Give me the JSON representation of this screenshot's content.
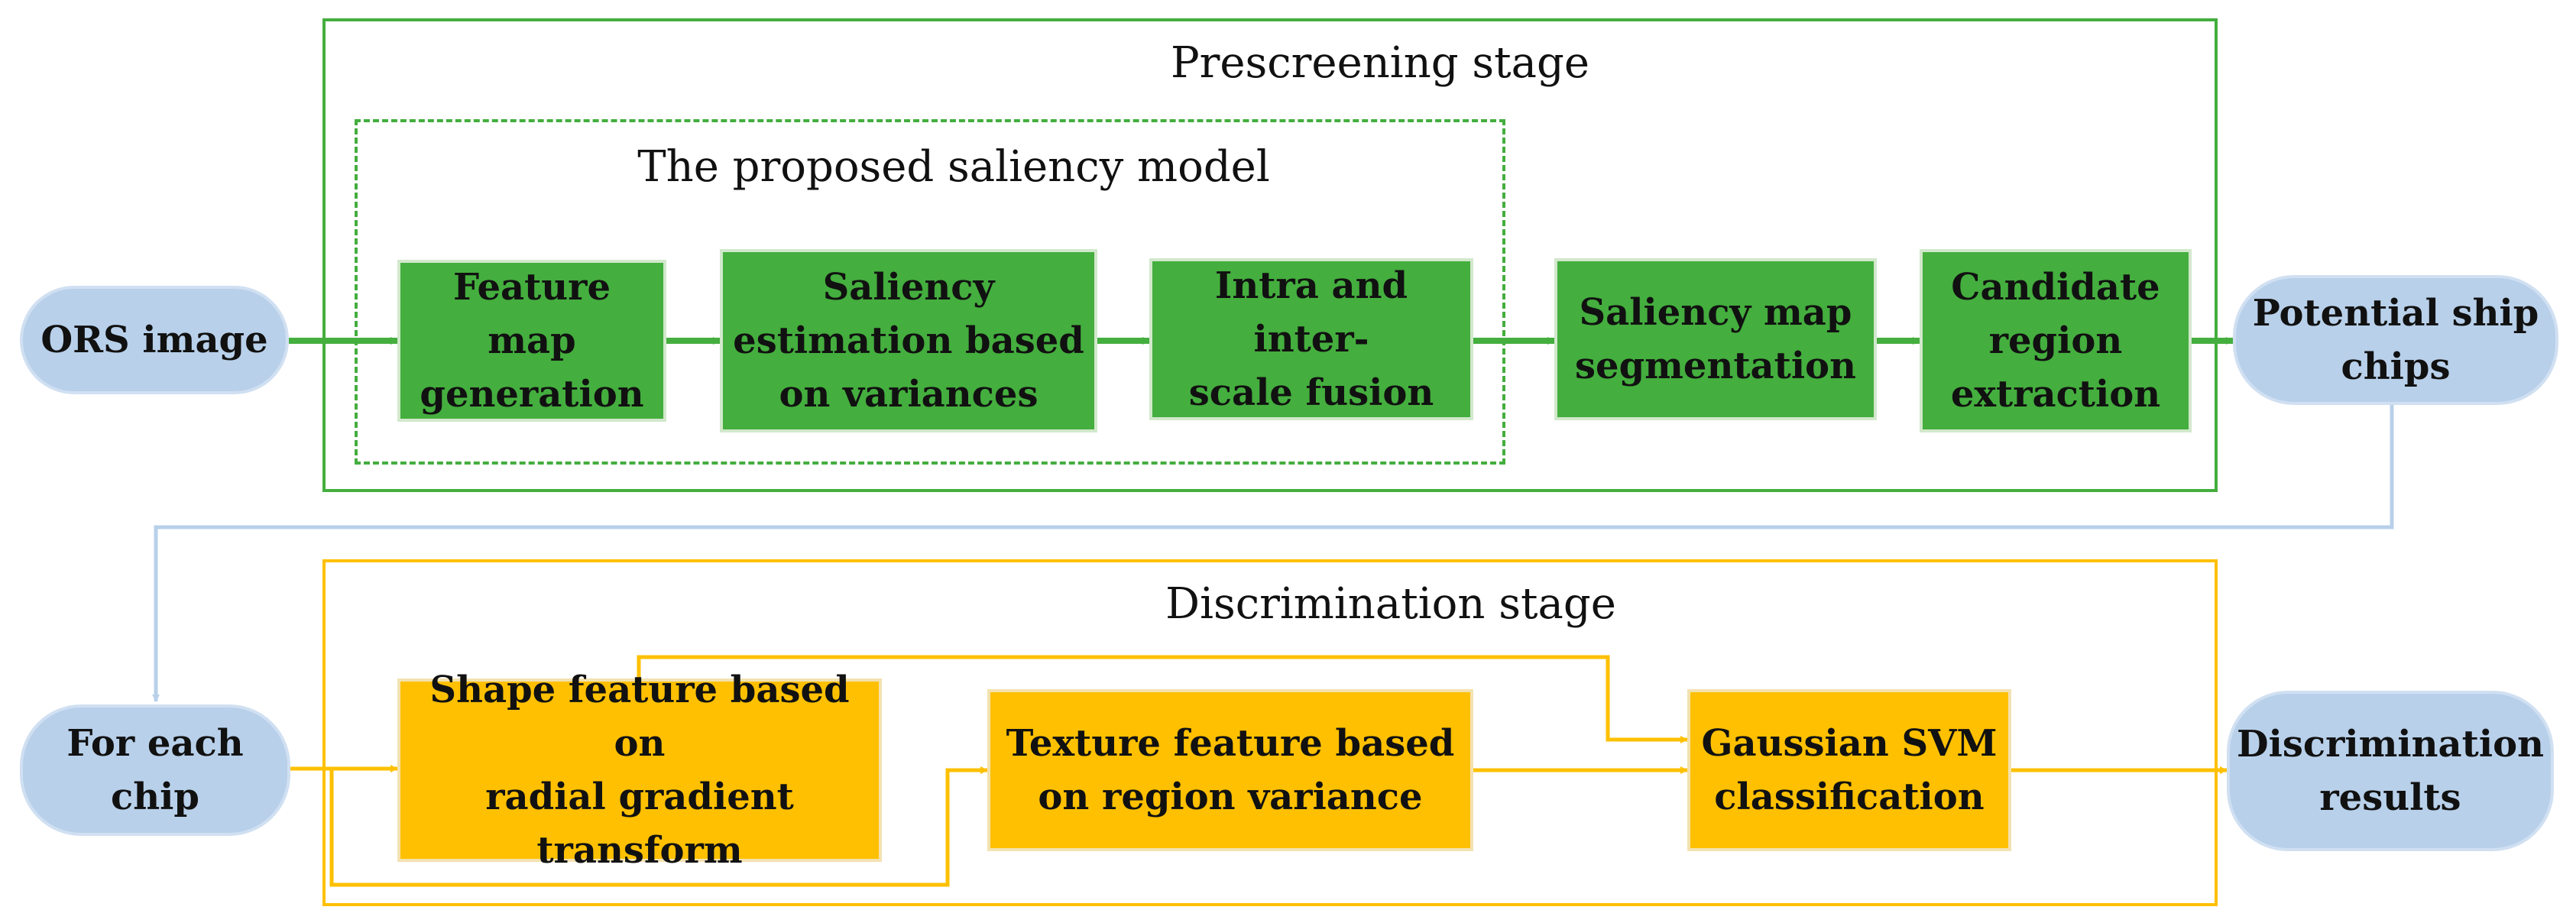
{
  "prescreening": {
    "title": "Prescreening stage",
    "model_title": "The proposed saliency model",
    "steps": [
      "Feature\nmap\ngeneration",
      "Saliency\nestimation based\non variances",
      "Intra and inter-\nscale fusion",
      "Saliency map\nsegmentation",
      "Candidate\nregion\nextraction"
    ]
  },
  "discrimination": {
    "title": "Discrimination stage",
    "steps": [
      "Shape feature based on\nradial gradient\ntransform",
      "Texture feature based\non region variance",
      "Gaussian SVM\nclassification"
    ]
  },
  "terminals": {
    "input": "ORS image",
    "chips": "Potential ship\nchips",
    "each": "For each\nchip",
    "output": "Discrimination\nresults"
  },
  "colors": {
    "green_box": "#44ae3e",
    "green_line": "#44ae3e",
    "yellow_box": "#fec000",
    "yellow_line": "#fec000",
    "terminal": "#b8d0ea",
    "link_line": "#b8d0ea"
  }
}
